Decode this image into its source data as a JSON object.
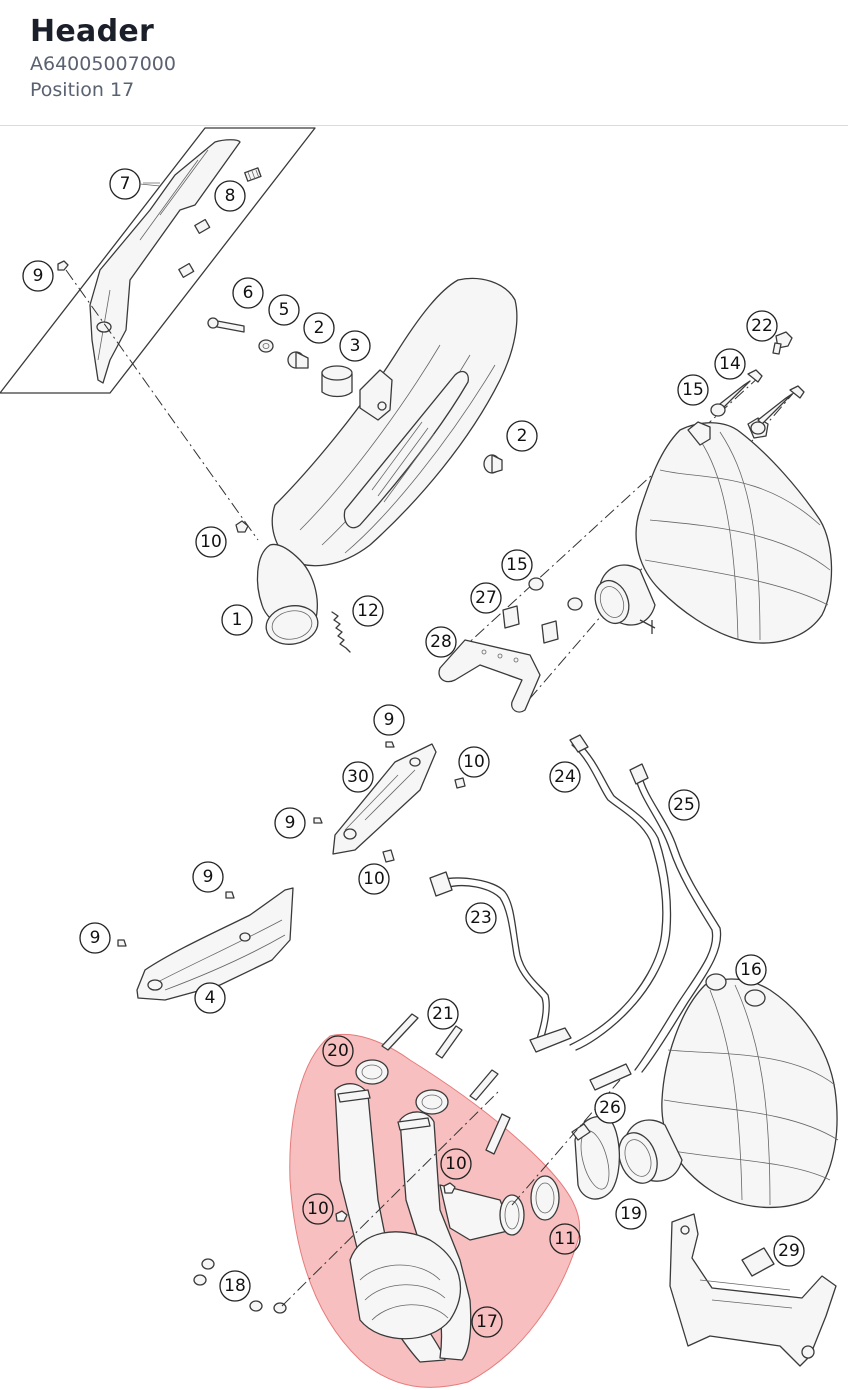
{
  "header": {
    "title": "Header",
    "part_number": "A64005007000",
    "position_label": "Position 17"
  },
  "highlight": {
    "callout": "17",
    "color": "#f08a8a"
  },
  "callouts": [
    {
      "id": "c7",
      "label": "7"
    },
    {
      "id": "c8",
      "label": "8"
    },
    {
      "id": "c9a",
      "label": "9"
    },
    {
      "id": "c6",
      "label": "6"
    },
    {
      "id": "c5",
      "label": "5"
    },
    {
      "id": "c2a",
      "label": "2"
    },
    {
      "id": "c3",
      "label": "3"
    },
    {
      "id": "c22",
      "label": "22"
    },
    {
      "id": "c14",
      "label": "14"
    },
    {
      "id": "c15a",
      "label": "15"
    },
    {
      "id": "c2b",
      "label": "2"
    },
    {
      "id": "c10a",
      "label": "10"
    },
    {
      "id": "c15b",
      "label": "15"
    },
    {
      "id": "c27",
      "label": "27"
    },
    {
      "id": "c1",
      "label": "1"
    },
    {
      "id": "c12",
      "label": "12"
    },
    {
      "id": "c28",
      "label": "28"
    },
    {
      "id": "c9b",
      "label": "9"
    },
    {
      "id": "c10b",
      "label": "10"
    },
    {
      "id": "c30",
      "label": "30"
    },
    {
      "id": "c24",
      "label": "24"
    },
    {
      "id": "c25",
      "label": "25"
    },
    {
      "id": "c9c",
      "label": "9"
    },
    {
      "id": "c10c",
      "label": "10"
    },
    {
      "id": "c9d",
      "label": "9"
    },
    {
      "id": "c23",
      "label": "23"
    },
    {
      "id": "c9e",
      "label": "9"
    },
    {
      "id": "c4",
      "label": "4"
    },
    {
      "id": "c16",
      "label": "16"
    },
    {
      "id": "c21",
      "label": "21"
    },
    {
      "id": "c20",
      "label": "20"
    },
    {
      "id": "c26",
      "label": "26"
    },
    {
      "id": "c10d",
      "label": "10"
    },
    {
      "id": "c10e",
      "label": "10"
    },
    {
      "id": "c11",
      "label": "11"
    },
    {
      "id": "c19",
      "label": "19"
    },
    {
      "id": "c29",
      "label": "29"
    },
    {
      "id": "c18",
      "label": "18"
    },
    {
      "id": "c17",
      "label": "17"
    }
  ]
}
